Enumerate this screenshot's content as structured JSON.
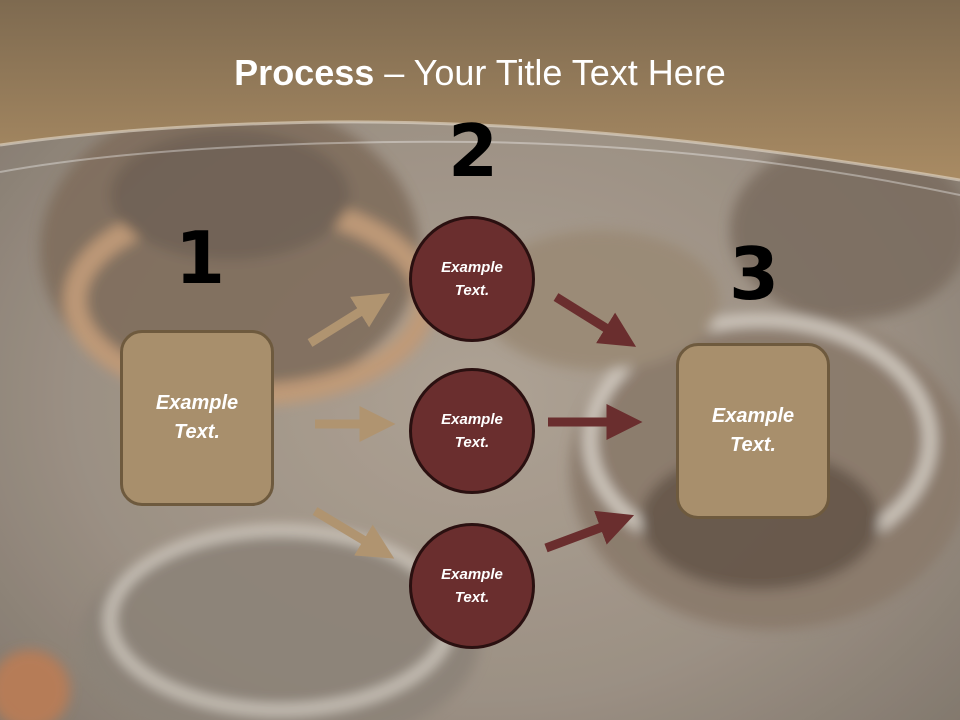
{
  "slide": {
    "title_bold": "Process",
    "title_rest": " – Your Title Text Here"
  },
  "steps": {
    "step1_number": "1",
    "step2_number": "2",
    "step3_number": "3"
  },
  "boxes": {
    "left_text": "Example Text.",
    "right_text": "Example Text."
  },
  "circles": {
    "top_text": "Example Text.",
    "middle_text": "Example Text.",
    "bottom_text": "Example Text."
  },
  "colors": {
    "header_band": "#9a7e5a",
    "box_fill": "#a88f6c",
    "circle_fill": "#6a2e2e",
    "arrow_tan": "#b09470",
    "arrow_maroon": "#6a2e2e"
  }
}
